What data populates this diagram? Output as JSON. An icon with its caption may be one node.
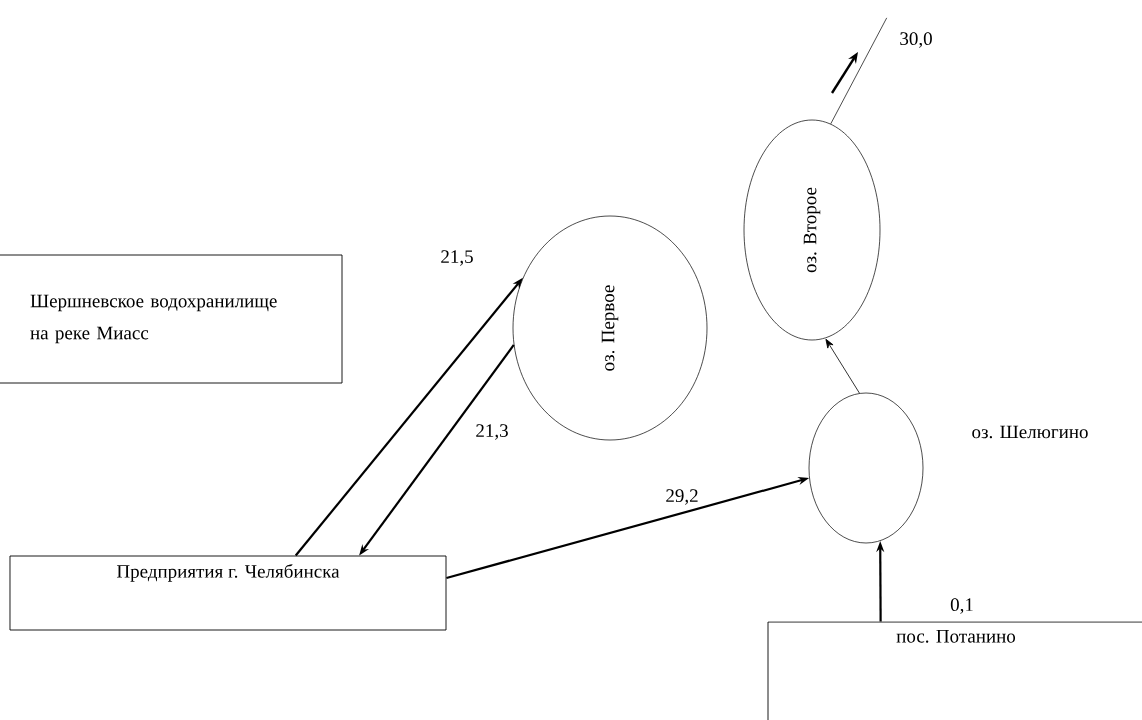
{
  "diagram": {
    "nodes": [
      {
        "text": [
          "Шершневское водохранилище на реке Миасс"
        ]
      },
      {
        "text": [
          "оз. Первое"
        ]
      },
      {
        "text": [
          "оз. Второе"
        ]
      },
      {
        "text": [
          "Предприятия г. Челябинска"
        ]
      },
      {
        "text": [],
        "shape": "circle",
        "beside": [
          "оз. Шелюгино"
        ]
      },
      {
        "text": [
          "пос. Потанино"
        ]
      }
    ],
    "edges": [
      {
        "from": 3,
        "to": 1,
        "arrow": "to",
        "label": "21,5"
      },
      {
        "from": 1,
        "to": 3,
        "arrow": "to",
        "label": "21,3"
      },
      {
        "from": 3,
        "to": 4,
        "arrow": "to",
        "label": "29,2"
      },
      {
        "from": 5,
        "to": 4,
        "arrow": "to",
        "label": "0,1"
      },
      {
        "from": 4,
        "to": 2,
        "arrow": "to"
      },
      {
        "from": 2,
        "to": null,
        "arrow": "none",
        "label": "30,0"
      }
    ]
  }
}
